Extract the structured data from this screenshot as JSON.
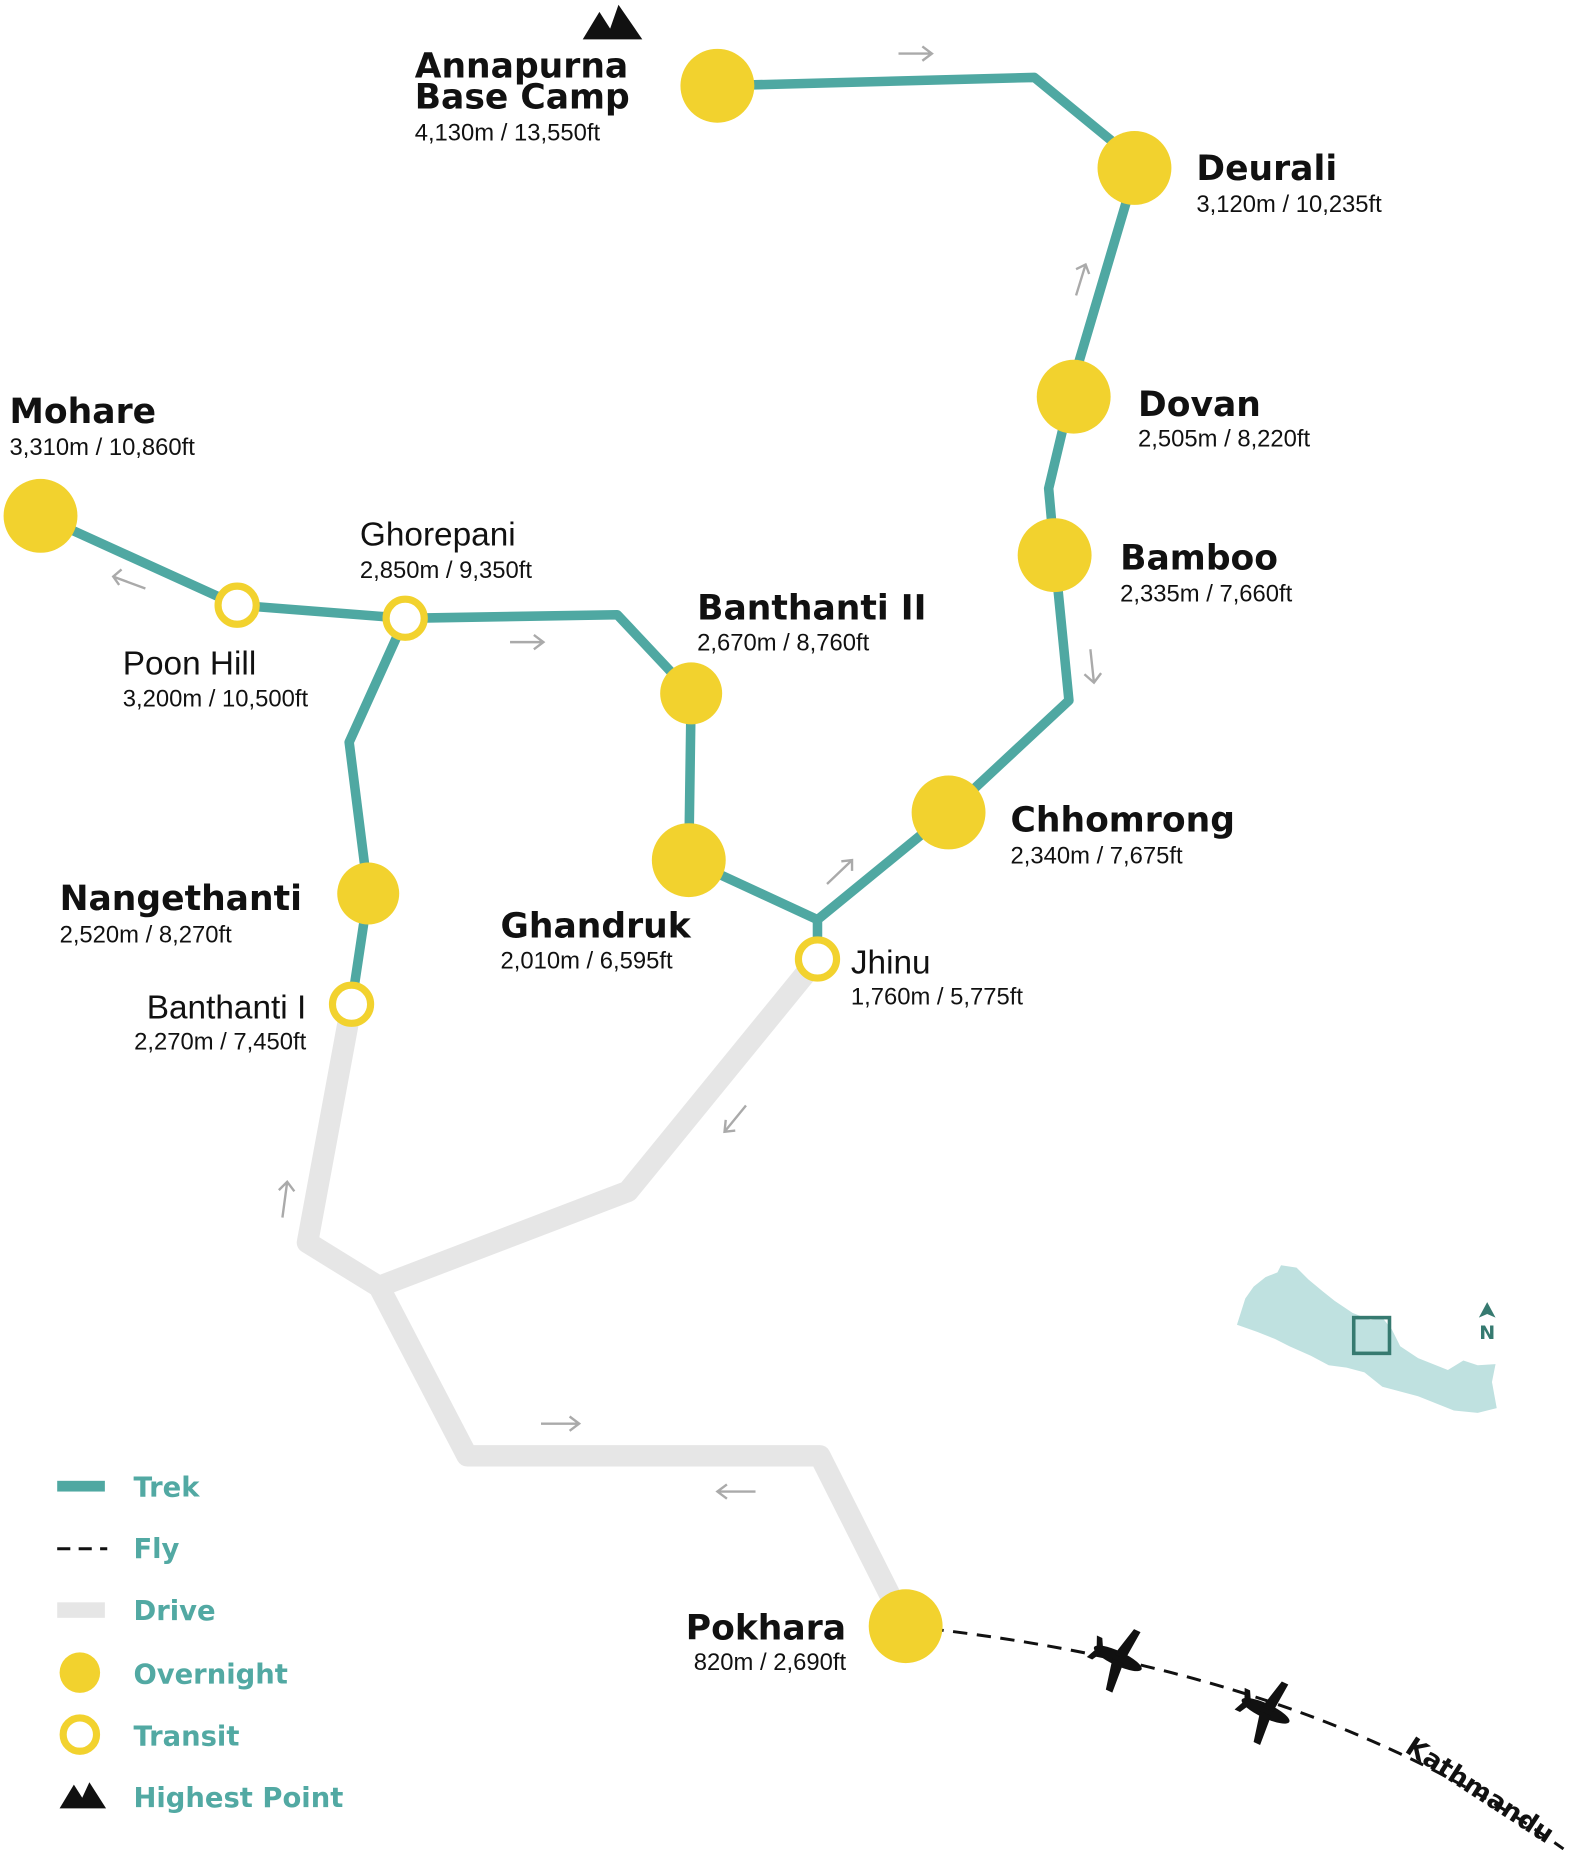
{
  "colors": {
    "trek": "#4fa8a2",
    "overnight": "#f2d22e",
    "drive": "#e6e6e6",
    "legend_text": "#52a9a3",
    "inset_map": "#bfe1e0",
    "inset_box": "#367a70"
  },
  "stops": {
    "abc": {
      "name1": "Annapurna",
      "name2": "Base Camp",
      "alt": "4,130m / 13,550ft",
      "type": "overnight",
      "highest": true
    },
    "deurali": {
      "name": "Deurali",
      "alt": "3,120m / 10,235ft",
      "type": "overnight"
    },
    "dovan": {
      "name": "Dovan",
      "alt": "2,505m / 8,220ft",
      "type": "overnight"
    },
    "bamboo": {
      "name": "Bamboo",
      "alt": "2,335m / 7,660ft",
      "type": "overnight"
    },
    "chhomrong": {
      "name": "Chhomrong",
      "alt": "2,340m / 7,675ft",
      "type": "overnight"
    },
    "jhinu": {
      "name": "Jhinu",
      "alt": "1,760m / 5,775ft",
      "type": "transit"
    },
    "ghandruk": {
      "name": "Ghandruk",
      "alt": "2,010m / 6,595ft",
      "type": "overnight"
    },
    "banthanti2": {
      "name": "Banthanti II",
      "alt": "2,670m / 8,760ft",
      "type": "overnight"
    },
    "ghorepani": {
      "name": "Ghorepani",
      "alt": "2,850m / 9,350ft",
      "type": "transit"
    },
    "poonhill": {
      "name": "Poon Hill",
      "alt": "3,200m / 10,500ft",
      "type": "transit"
    },
    "mohare": {
      "name": "Mohare",
      "alt": "3,310m / 10,860ft",
      "type": "overnight"
    },
    "nangethanti": {
      "name": "Nangethanti",
      "alt": "2,520m / 8,270ft",
      "type": "overnight"
    },
    "banthanti1": {
      "name": "Banthanti I",
      "alt": "2,270m / 7,450ft",
      "type": "transit"
    },
    "pokhara": {
      "name": "Pokhara",
      "alt": "820m / 2,690ft",
      "type": "overnight"
    }
  },
  "destination": "Kathmandu",
  "compass": "N",
  "legend": {
    "trek": "Trek",
    "fly": "Fly",
    "drive": "Drive",
    "overnight": "Overnight",
    "transit": "Transit",
    "highest": "Highest Point"
  }
}
